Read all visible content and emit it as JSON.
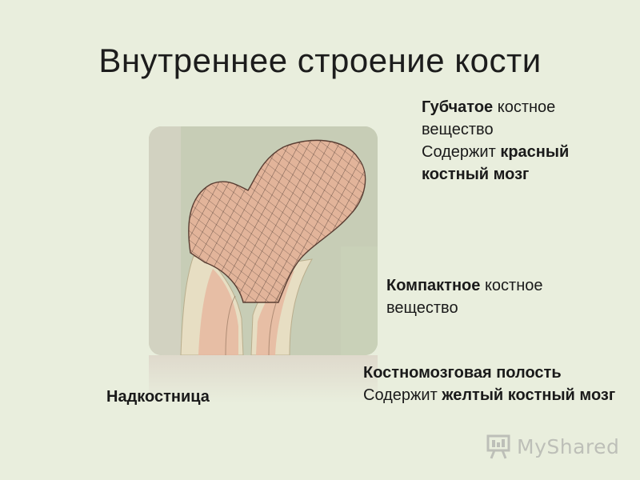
{
  "slide": {
    "title": "Внутреннее строение кости"
  },
  "labels": {
    "spongy": {
      "term": "Губчатое",
      "rest": " костное вещество",
      "contains": "Содержит ",
      "marrow": "красный костный мозг"
    },
    "compact": {
      "term": "Компактное",
      "rest": " костное вещество"
    },
    "cavity": {
      "term": "Костномозговая полость",
      "contains": "Содержит ",
      "marrow": "желтый костный мозг"
    },
    "periosteum": {
      "term": "Надкостница"
    }
  },
  "watermark": {
    "text": "MyShared",
    "icon": "presentation-board-icon"
  },
  "colors": {
    "background": "#e9eedd",
    "bone_spongy": "#e2b49a",
    "bone_compact": "#e6dcc0"
  }
}
